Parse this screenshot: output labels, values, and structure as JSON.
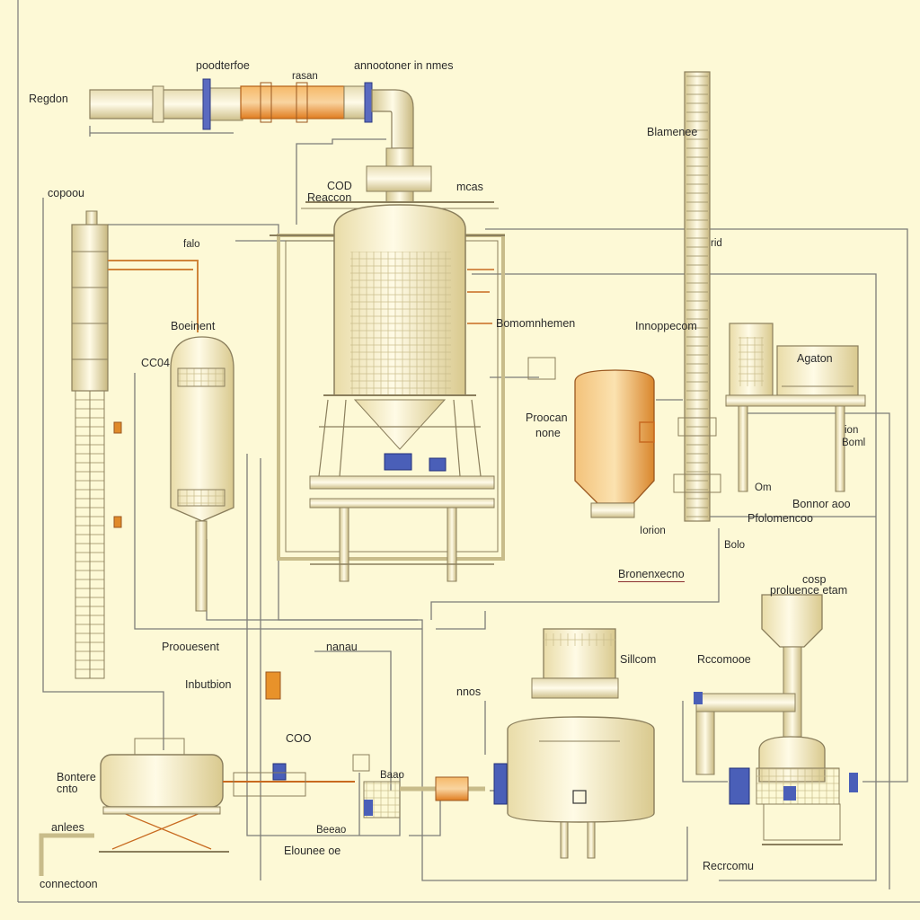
{
  "colors": {
    "background": "#fdf9d6",
    "pipe": "#d8cca0",
    "pipe_edge": "#8a7e5c",
    "vessel": "#f4ecc6",
    "copper": "#e08a2a",
    "blue": "#4a5fb8",
    "line": "#6e6e6e"
  },
  "labels": {
    "regdon": "Regdon",
    "poodterfoe": "poodterfoe",
    "rasan": "rasan",
    "annootoner": "annootoner in nmes",
    "copoou": "copoou",
    "blamene": "Blamenee",
    "coo": "COD",
    "reaccon": "Reaccon",
    "mcas": "mcas",
    "falo": "falo",
    "rid": "rid",
    "boeinent": "Boeinent",
    "coc4": "CC04",
    "bomomnhemen": "Bomomnhemen",
    "innoppecomm": "Innoppecom",
    "agaton": "Agaton",
    "proocan": "Proocan",
    "none": "none",
    "ion": "ion",
    "boml": "Boml",
    "om": "Om",
    "bonnor": "Bonnor aoo",
    "pfomence": "Pfolomencoo",
    "lorion": "Iorion",
    "bolo": "Bolo",
    "bronenxecno": "Bronenxecno",
    "cosp": "cosp",
    "prolouence": "proluence etam",
    "proouesent": "Proouesent",
    "nanau": "nanau",
    "sillcom": "Sillcom",
    "rccomooe": "Rccomooe",
    "inbutbion": "Inbutbion",
    "nnos": "nnos",
    "coo2": "COO",
    "bontere": "Bontere",
    "cnto": "cnto",
    "anlees": "anlees",
    "elounee": "Elounee oe",
    "baao": "Baao",
    "beeao": "Beeao",
    "recrcomu": "Recrcomu",
    "connectoon": "connectoon"
  }
}
